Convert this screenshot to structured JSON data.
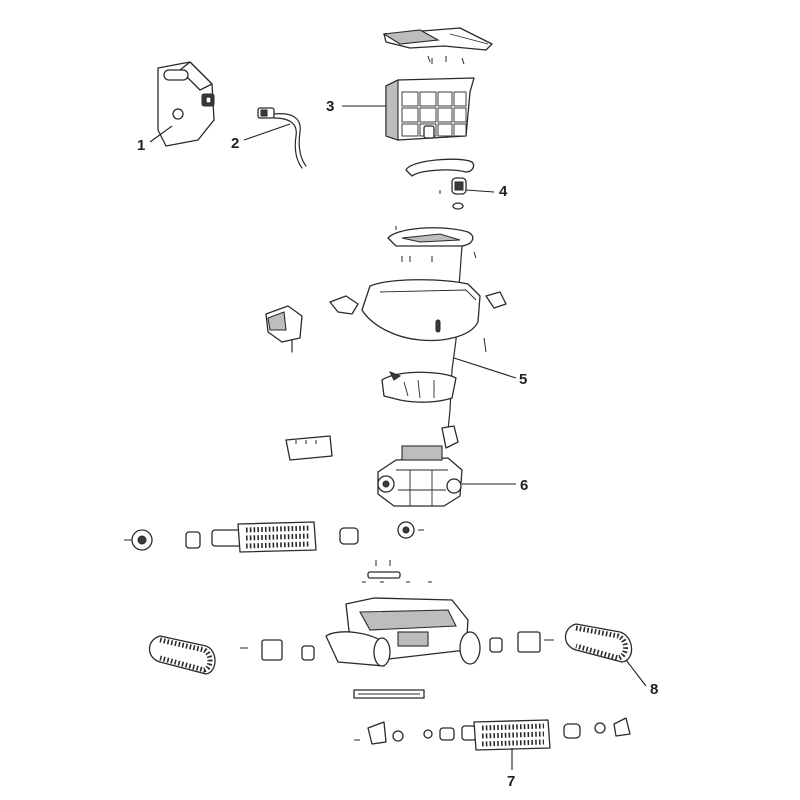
{
  "callouts": [
    "1",
    "2",
    "3",
    "4",
    "5",
    "6",
    "7",
    "8"
  ],
  "colors": {
    "line": "#2a2a2a",
    "fill": "#ffffff",
    "shade": "#bdbdbd",
    "dark": "#3a3a3a"
  }
}
